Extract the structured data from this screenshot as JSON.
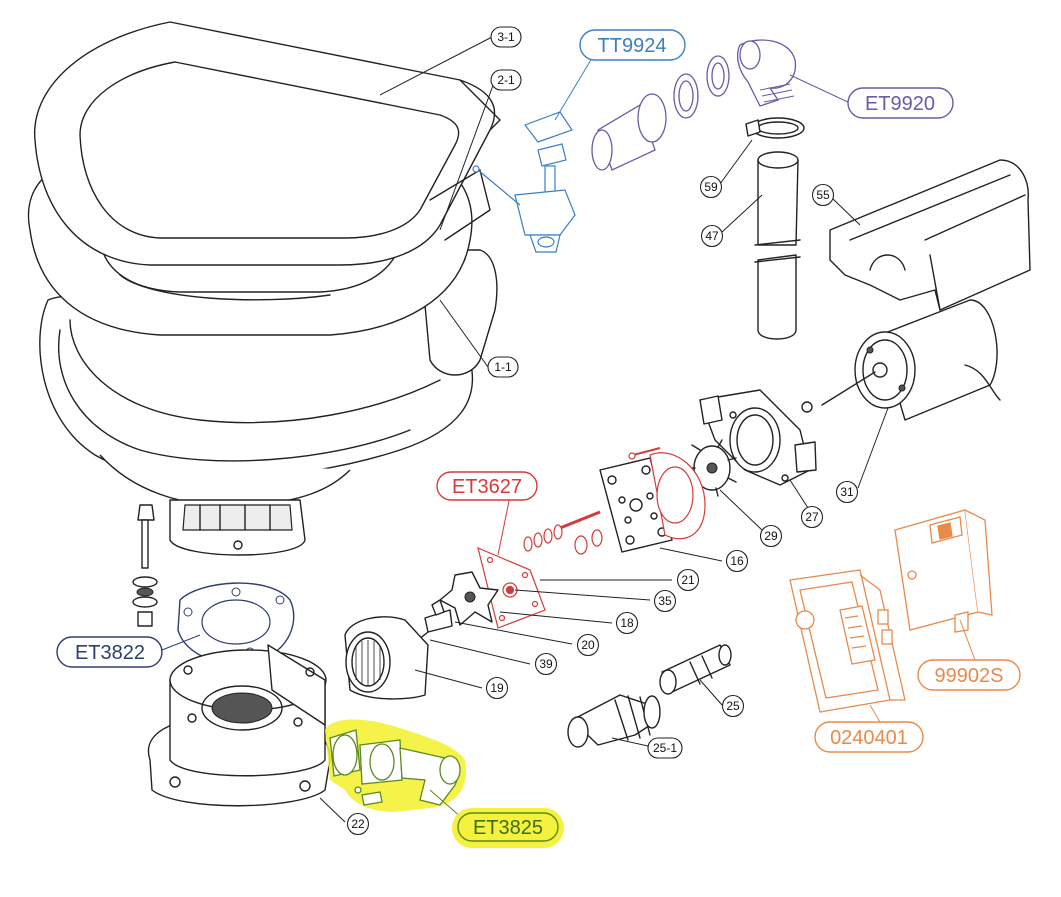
{
  "parts": [
    {
      "id": "p3_1",
      "label": "3-1"
    },
    {
      "id": "p2_1",
      "label": "2-1"
    },
    {
      "id": "p1_1",
      "label": "1-1"
    },
    {
      "id": "p59",
      "label": "59"
    },
    {
      "id": "p47",
      "label": "47"
    },
    {
      "id": "p55",
      "label": "55"
    },
    {
      "id": "p31",
      "label": "31"
    },
    {
      "id": "p27",
      "label": "27"
    },
    {
      "id": "p29",
      "label": "29"
    },
    {
      "id": "p16",
      "label": "16"
    },
    {
      "id": "p21",
      "label": "21"
    },
    {
      "id": "p35",
      "label": "35"
    },
    {
      "id": "p18",
      "label": "18"
    },
    {
      "id": "p20",
      "label": "20"
    },
    {
      "id": "p39",
      "label": "39"
    },
    {
      "id": "p19",
      "label": "19"
    },
    {
      "id": "p25",
      "label": "25"
    },
    {
      "id": "p25_1",
      "label": "25-1"
    },
    {
      "id": "p22",
      "label": "22"
    }
  ],
  "kits": [
    {
      "id": "tt9924",
      "code": "TT9924",
      "color": "#3a7fc4",
      "icon": "flush-lever-kit-icon"
    },
    {
      "id": "et9920",
      "code": "ET9920",
      "color": "#6a5aa8",
      "icon": "elbow-fitting-kit-icon"
    },
    {
      "id": "et3627",
      "code": "ET3627",
      "color": "#d63a3a",
      "icon": "pump-seal-kit-icon"
    },
    {
      "id": "et3822",
      "code": "ET3822",
      "color": "#2e3f6e",
      "icon": "base-gasket-kit-icon"
    },
    {
      "id": "et3825",
      "code": "ET3825",
      "color": "#5b8a1e",
      "highlight": "#f3f02a",
      "icon": "discharge-elbow-kit-icon"
    },
    {
      "id": "k99902s",
      "code": "99902S",
      "color": "#e88a4a",
      "icon": "switch-panel-icon"
    },
    {
      "id": "k0240401",
      "code": "0240401",
      "color": "#e88a4a",
      "icon": "control-panel-icon"
    }
  ]
}
